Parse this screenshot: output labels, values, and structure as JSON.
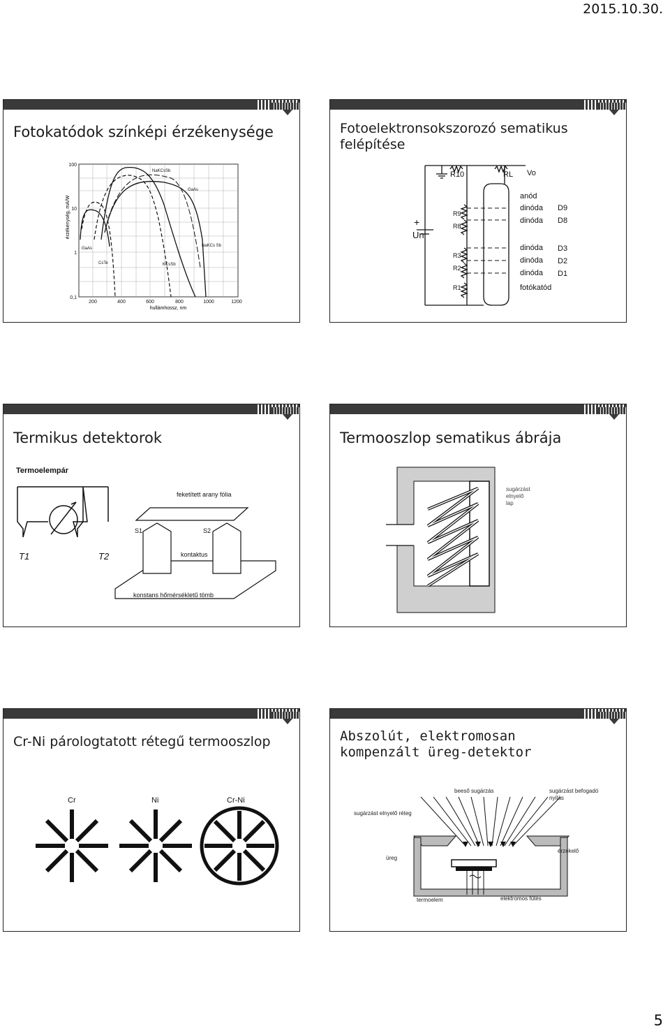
{
  "header": {
    "date": "2015.10.30."
  },
  "footer": {
    "page_number": "5"
  },
  "slides": [
    {
      "title": "Fotokatódok színképi érzékenysége",
      "chart": {
        "ylabel": "érzékenység, mA/W",
        "xlabel": "hullámhossz, nm",
        "x_ticks": [
          "200",
          "400",
          "600",
          "800",
          "1000",
          "1200"
        ],
        "y_ticks": [
          "100",
          "10",
          "1",
          "0,1"
        ],
        "curve_labels": [
          "NaKCsSb",
          "GaAs",
          "NaKCs Sb",
          "GaAs",
          "CsTe",
          "KCsSb"
        ]
      }
    },
    {
      "title": "Fotoelektronsokszorozó sematikus felépítése",
      "labels": {
        "r10": "R10",
        "rl": "RL",
        "vo": "Vo",
        "anode": "anód",
        "dynode": "dinóda",
        "d9": "D9",
        "d8": "D8",
        "d3": "D3",
        "d2": "D2",
        "d1": "D1",
        "r9": "R9",
        "r8": "R8",
        "r3": "R3",
        "r2": "R2",
        "r1": "R1",
        "un": "Un",
        "plus": "+",
        "photocathode": "fotókatód"
      }
    },
    {
      "title": "Termikus detektorok",
      "subtitle": "Termoelempár",
      "labels": {
        "foil": "feketített arany fólia",
        "s1": "S1",
        "s2": "S2",
        "t1": "T1",
        "t2": "T2",
        "contact": "kontaktus",
        "block": "konstans hőmérsékletű tömb"
      }
    },
    {
      "title": "Termooszlop sematikus ábrája",
      "labels": {
        "absorber_1": "sugárzást",
        "absorber_2": "elnyelő",
        "absorber_3": "lap"
      }
    },
    {
      "title": "Cr-Ni párologtatott rétegű termooszlop",
      "labels": {
        "cr": "Cr",
        "ni": "Ni",
        "crni": "Cr-Ni"
      }
    },
    {
      "title_line1": "Abszolút, elektromosan",
      "title_line2": "kompenzált üreg-detektor",
      "labels": {
        "incident": "beeső sugárzás",
        "aperture_1": "sugárzást befogadó",
        "aperture_2": "nyílás",
        "absorbing_layer": "sugárzást elnyelő réteg",
        "cavity": "üreg",
        "sensor": "érzékelő",
        "thermocouple": "termoelem",
        "heating": "elektromos fűtés"
      }
    }
  ]
}
